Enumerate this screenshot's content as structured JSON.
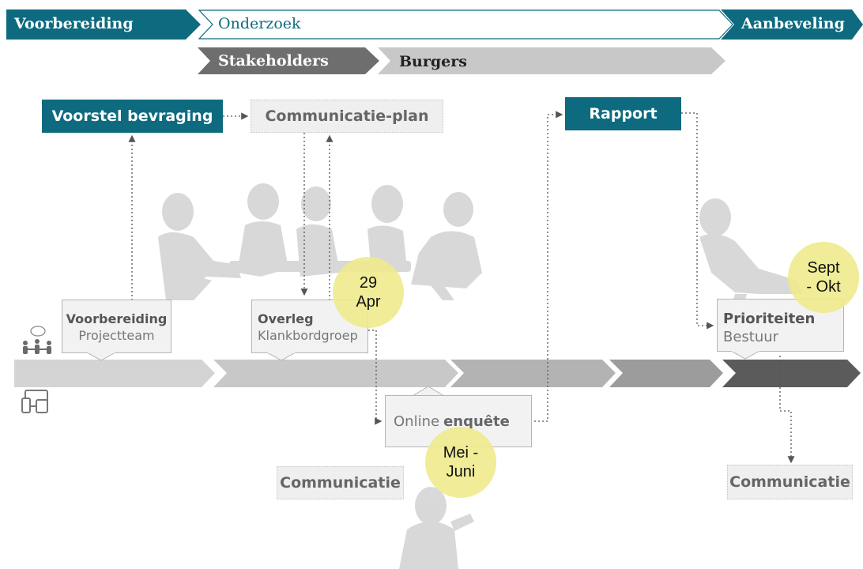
{
  "phases": {
    "voorbereiding": "Voorbereiding",
    "onderzoek": "Onderzoek",
    "aanbeveling": "Aanbeveling"
  },
  "subphases": {
    "stakeholders": "Stakeholders",
    "burgers": "Burgers"
  },
  "boxes": {
    "voorstel": "Voorstel bevraging",
    "communicatieplan": "Communicatie-plan",
    "rapport": "Rapport",
    "communicatie_left": "Communicatie",
    "communicatie_right": "Communicatie"
  },
  "callouts": {
    "voorbereiding_title": "Voorbereiding",
    "voorbereiding_sub": "Projectteam",
    "overleg_title": "Overleg",
    "overleg_sub": "Klankbordgroep",
    "enquete_prefix": "Online ",
    "enquete_bold": "enquête",
    "prioriteiten_title": "Prioriteiten",
    "prioriteiten_sub": "Bestuur"
  },
  "bubbles": {
    "b1": [
      "29",
      "Apr"
    ],
    "b2": [
      "Mei -",
      "Juni"
    ],
    "b3": [
      "Sept",
      "- Okt"
    ]
  },
  "colors": {
    "teal": "#0e6a7f",
    "stakeholders_arrow": "#6e6e6e",
    "burgers_arrow": "#c8c8c8",
    "bubble": "#eeea8c",
    "timeline": [
      "#d4d4d4",
      "#c8c8c8",
      "#b3b3b3",
      "#9c9c9c",
      "#5b5b5b"
    ]
  },
  "icons": [
    "people-meeting-icon",
    "devices-icon",
    "silhouette-illustration"
  ]
}
